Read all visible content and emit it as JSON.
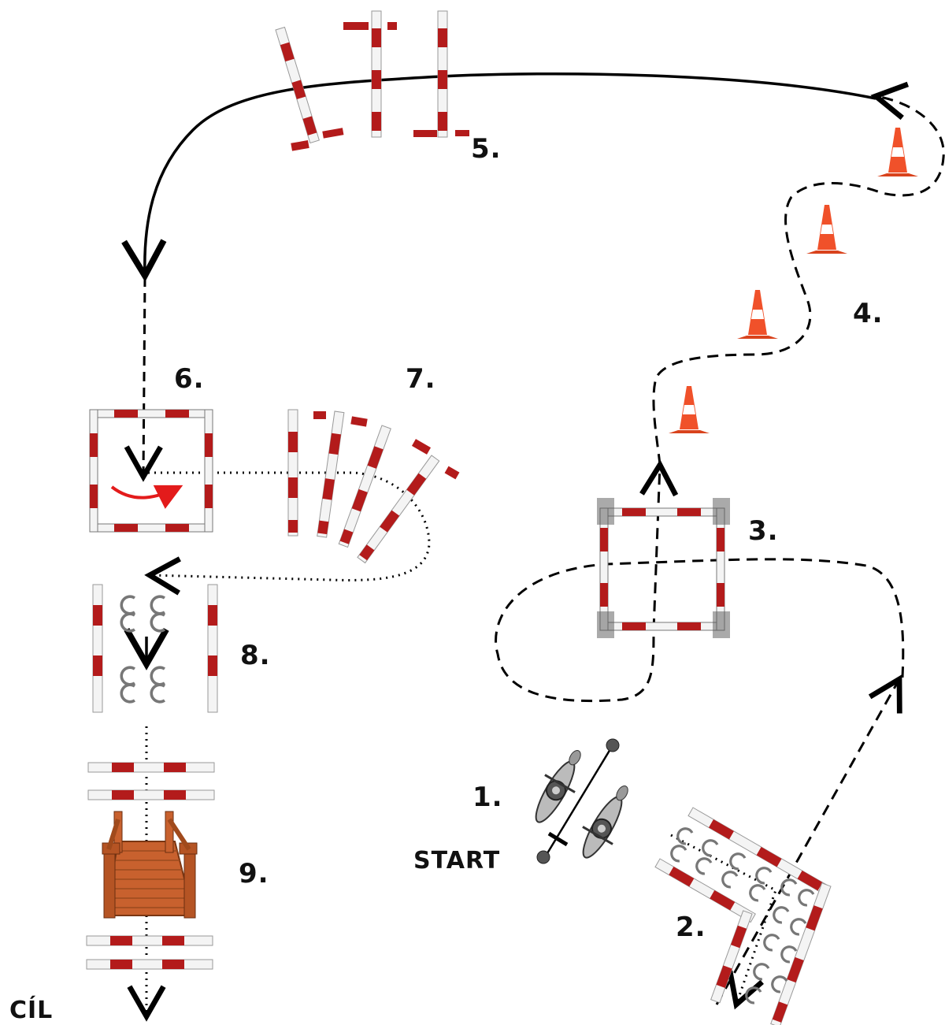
{
  "labels": {
    "station1": "1.",
    "station2": "2.",
    "station3": "3.",
    "station4": "4.",
    "station5": "5.",
    "station6": "6.",
    "station7": "7.",
    "station8": "8.",
    "station9": "9.",
    "start": "START",
    "finish": "CÍL"
  },
  "colors": {
    "pole_red": "#b31b1b",
    "pole_white": "#f4f4f4",
    "cone_orange": "#f0512a",
    "bridge_wood": "#c8612e",
    "turn_arrow_red": "#e31b1b",
    "path": "#000000"
  },
  "icons": {
    "cone": "traffic-cone-icon",
    "horseshoe": "hoofprint-icon",
    "bridge": "wooden-bridge-icon",
    "rider": "horse-and-rider-topview-icon"
  }
}
